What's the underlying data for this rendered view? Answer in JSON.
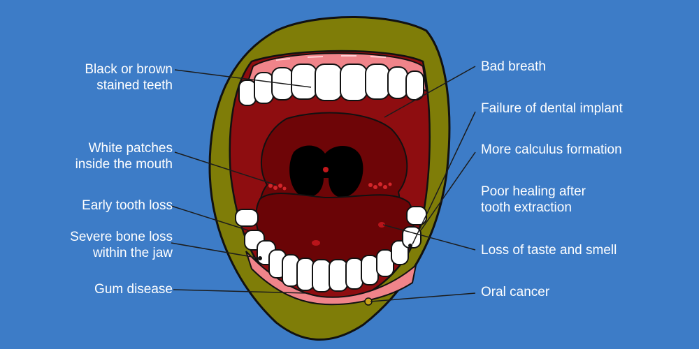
{
  "labels_left": [
    {
      "id": "stained",
      "line1": "Black or brown",
      "line2": "stained teeth"
    },
    {
      "id": "patches",
      "line1": "White patches",
      "line2": "inside the mouth"
    },
    {
      "id": "toothloss",
      "line1": "Early tooth loss",
      "line2": ""
    },
    {
      "id": "boneloss",
      "line1": "Severe bone loss",
      "line2": "within the jaw"
    },
    {
      "id": "gum",
      "line1": "Gum disease",
      "line2": ""
    }
  ],
  "labels_right": [
    {
      "id": "breath",
      "line1": "Bad breath",
      "line2": ""
    },
    {
      "id": "implant",
      "line1": "Failure of dental implant",
      "line2": ""
    },
    {
      "id": "calculus",
      "line1": "More calculus formation",
      "line2": ""
    },
    {
      "id": "healing",
      "line1": "Poor healing after",
      "line2": "tooth extraction"
    },
    {
      "id": "taste",
      "line1": "Loss of taste and smell",
      "line2": ""
    },
    {
      "id": "cancer",
      "line1": "Oral cancer",
      "line2": ""
    }
  ],
  "colors": {
    "background": "#3d7cc7",
    "lips": "#7f7d08",
    "mouth": "#8e0d10",
    "throat": "#6e0507",
    "gums": "#f0848a",
    "teeth": "#ffffff",
    "leader_lines": "#1c1c1c",
    "label_text": "#ffffff"
  }
}
